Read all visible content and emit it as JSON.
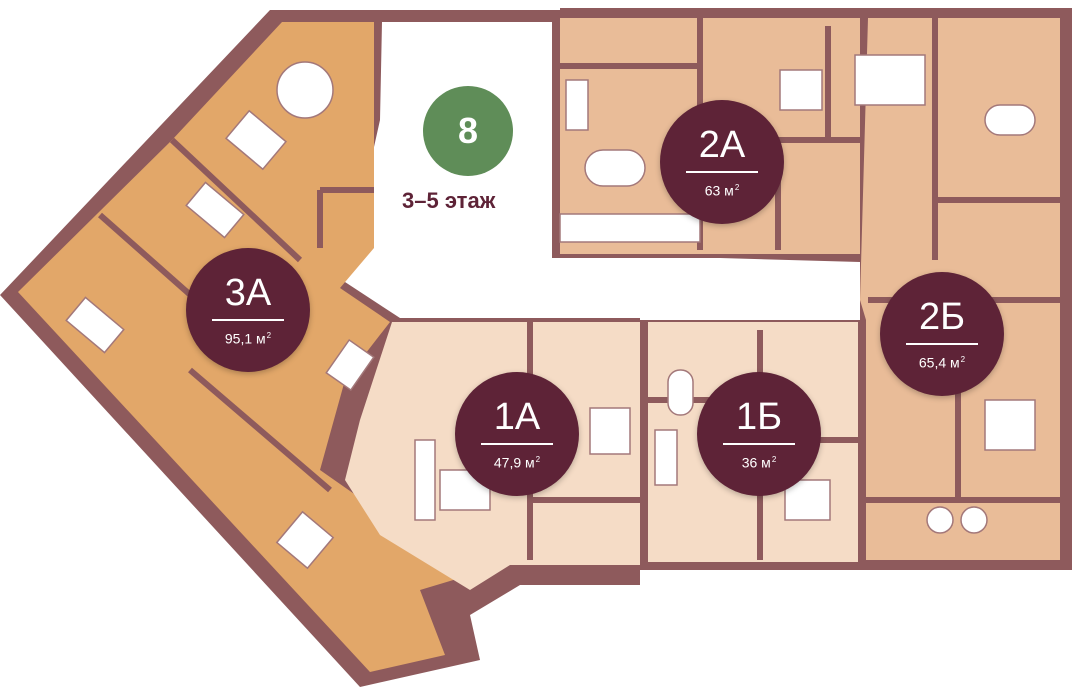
{
  "section": {
    "number": "8",
    "floors_label": "3–5 этаж"
  },
  "apartments": [
    {
      "id": "3A",
      "code": "3А",
      "area": "95,1 м",
      "area_unit_sup": "2"
    },
    {
      "id": "2A",
      "code": "2А",
      "area": "63 м",
      "area_unit_sup": "2"
    },
    {
      "id": "1A",
      "code": "1А",
      "area": "47,9 м",
      "area_unit_sup": "2"
    },
    {
      "id": "1B",
      "code": "1Б",
      "area": "36 м",
      "area_unit_sup": "2"
    },
    {
      "id": "2B",
      "code": "2Б",
      "area": "65,4 м",
      "area_unit_sup": "2"
    }
  ],
  "colors": {
    "wall": "#8e5a5c",
    "wall_light": "#b08586",
    "apt_3a_fill": "#e2a769",
    "apt_2_fill": "#e9bc98",
    "apt_1_fill": "#f5dcc6",
    "corridor": "#ffffff",
    "badge": "#5e2337",
    "section_badge": "#5f8d58",
    "floor_text": "#5e2337",
    "furniture": "#ffffff",
    "furniture_stroke": "#a3787a"
  }
}
